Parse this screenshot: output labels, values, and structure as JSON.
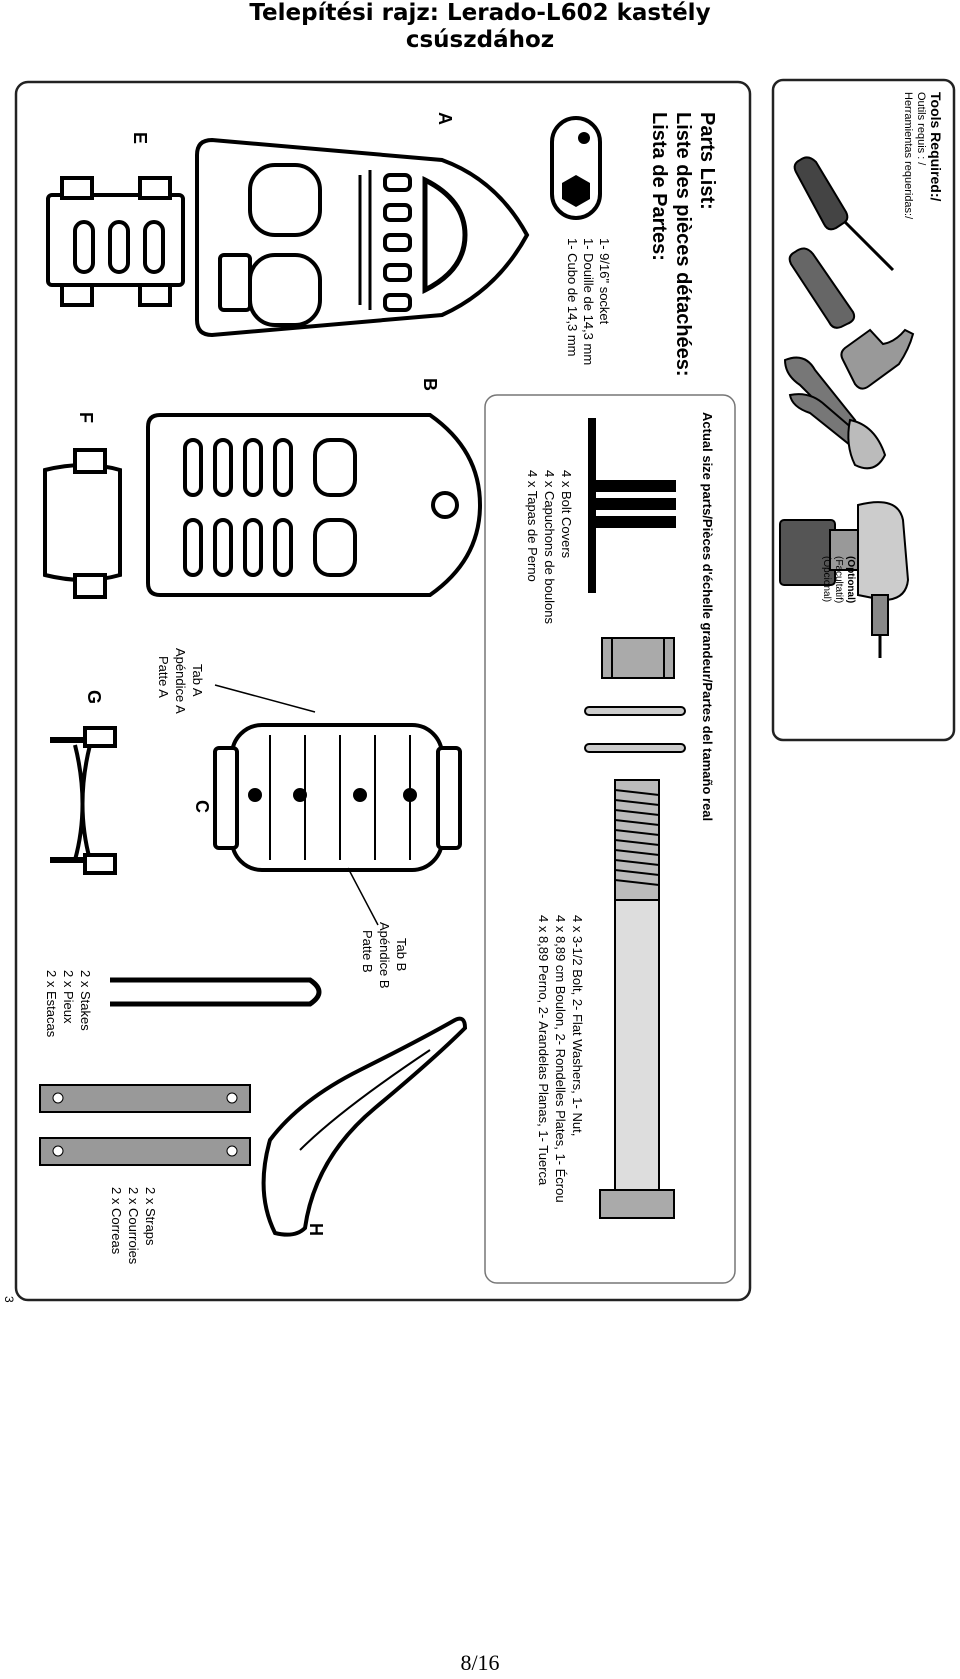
{
  "page": {
    "title_line1": "Telepítési rajz: Lerado-L602 kastély",
    "title_line2": "csúszdához",
    "page_number": "8/16",
    "sheet_number": "3"
  },
  "tools": {
    "heading": "Tools Required:/",
    "sub1": "Outils requis : /",
    "sub2": "Herramientas requeridas:/",
    "optional1": "(Optional)",
    "optional2": "(Facultatif)",
    "optional3": "(Opcional)",
    "items": [
      "screwdriver-icon",
      "hammer-icon",
      "pliers-icon",
      "drill-icon"
    ]
  },
  "parts_list": {
    "heading1": "Parts List:",
    "heading2": "Liste des pièces détachées:",
    "heading3": "Lista de Partes:",
    "socket1": "1- 9/16\" socket",
    "socket2": "1- Douille de 14,3 mm",
    "socket3": "1- Cubo de 14,3 mm"
  },
  "actual_size": {
    "heading": "Actual size parts/Pièces d'échelle grandeur/Partes del tamaño real",
    "bolt_covers1": "4 x Bolt Covers",
    "bolt_covers2": "4 x Capuchons de boulons",
    "bolt_covers3": "4 x Tapas de Perno",
    "bolt1": "4 x 3-1/2 Bolt, 2- Flat Washers, 1- Nut,",
    "bolt2": "4 x 8,89 cm Boulon, 2- Rondelles Plates, 1- Écrou",
    "bolt3": "4 x 8,89 Perno, 2- Arandelas Planas, 1- Tuerca"
  },
  "parts": {
    "A": "A",
    "B": "B",
    "C": "C",
    "E": "E",
    "F": "F",
    "G": "G",
    "H": "H",
    "tab_a1": "Tab A",
    "tab_a2": "Apéndice A",
    "tab_a3": "Patte  A",
    "tab_b1": "Tab B",
    "tab_b2": "Apéndice B",
    "tab_b3": "Patte B",
    "stakes1": "2 x Stakes",
    "stakes2": "2 x Pieux",
    "stakes3": "2 x Estacas",
    "straps1": "2 x Straps",
    "straps2": "2 x Courroies",
    "straps3": "2 x Correas"
  }
}
